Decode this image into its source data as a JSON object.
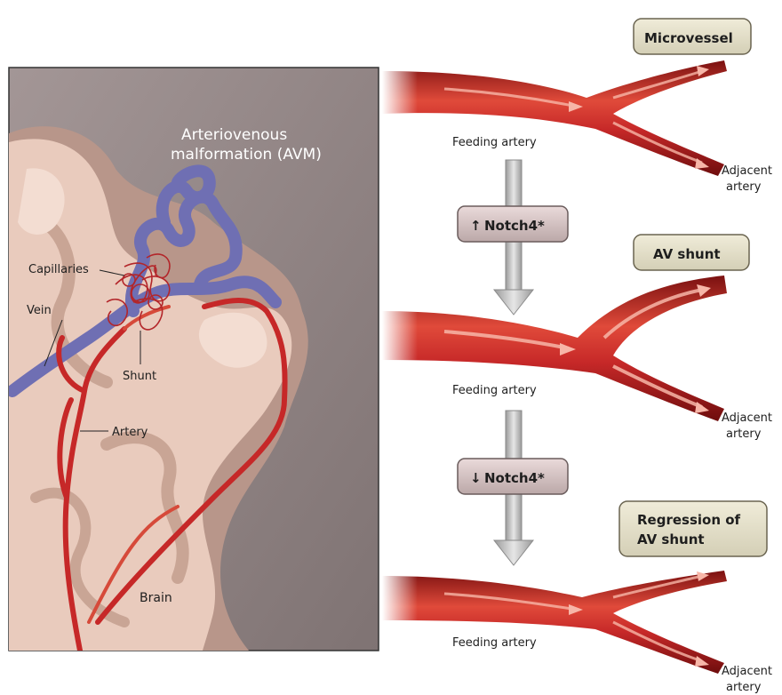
{
  "panel": {
    "title_line1": "Arteriovenous",
    "title_line2": "malformation (AVM)",
    "labels": {
      "capillaries": "Capillaries",
      "vein": "Vein",
      "shunt": "Shunt",
      "artery": "Artery",
      "brain": "Brain"
    }
  },
  "stages": [
    {
      "badge": "Microvessel",
      "feeding": "Feeding artery",
      "adjacent_line1": "Adjacent",
      "adjacent_line2": "artery"
    },
    {
      "badge": "AV shunt",
      "feeding": "Feeding artery",
      "adjacent_line1": "Adjacent",
      "adjacent_line2": "artery"
    },
    {
      "badge_line1": "Regression of",
      "badge_line2": "AV shunt",
      "feeding": "Feeding artery",
      "adjacent_line1": "Adjacent",
      "adjacent_line2": "artery"
    }
  ],
  "transitions": [
    {
      "arrow": "↑",
      "label": "Notch4*"
    },
    {
      "arrow": "↓",
      "label": "Notch4*"
    }
  ],
  "colors": {
    "artery": "#c62828",
    "vein": "#6f6fb3",
    "badge_fill": "#e3dfc9",
    "panel_bg": "#8f8383",
    "tissue": "#e9cbbd"
  }
}
